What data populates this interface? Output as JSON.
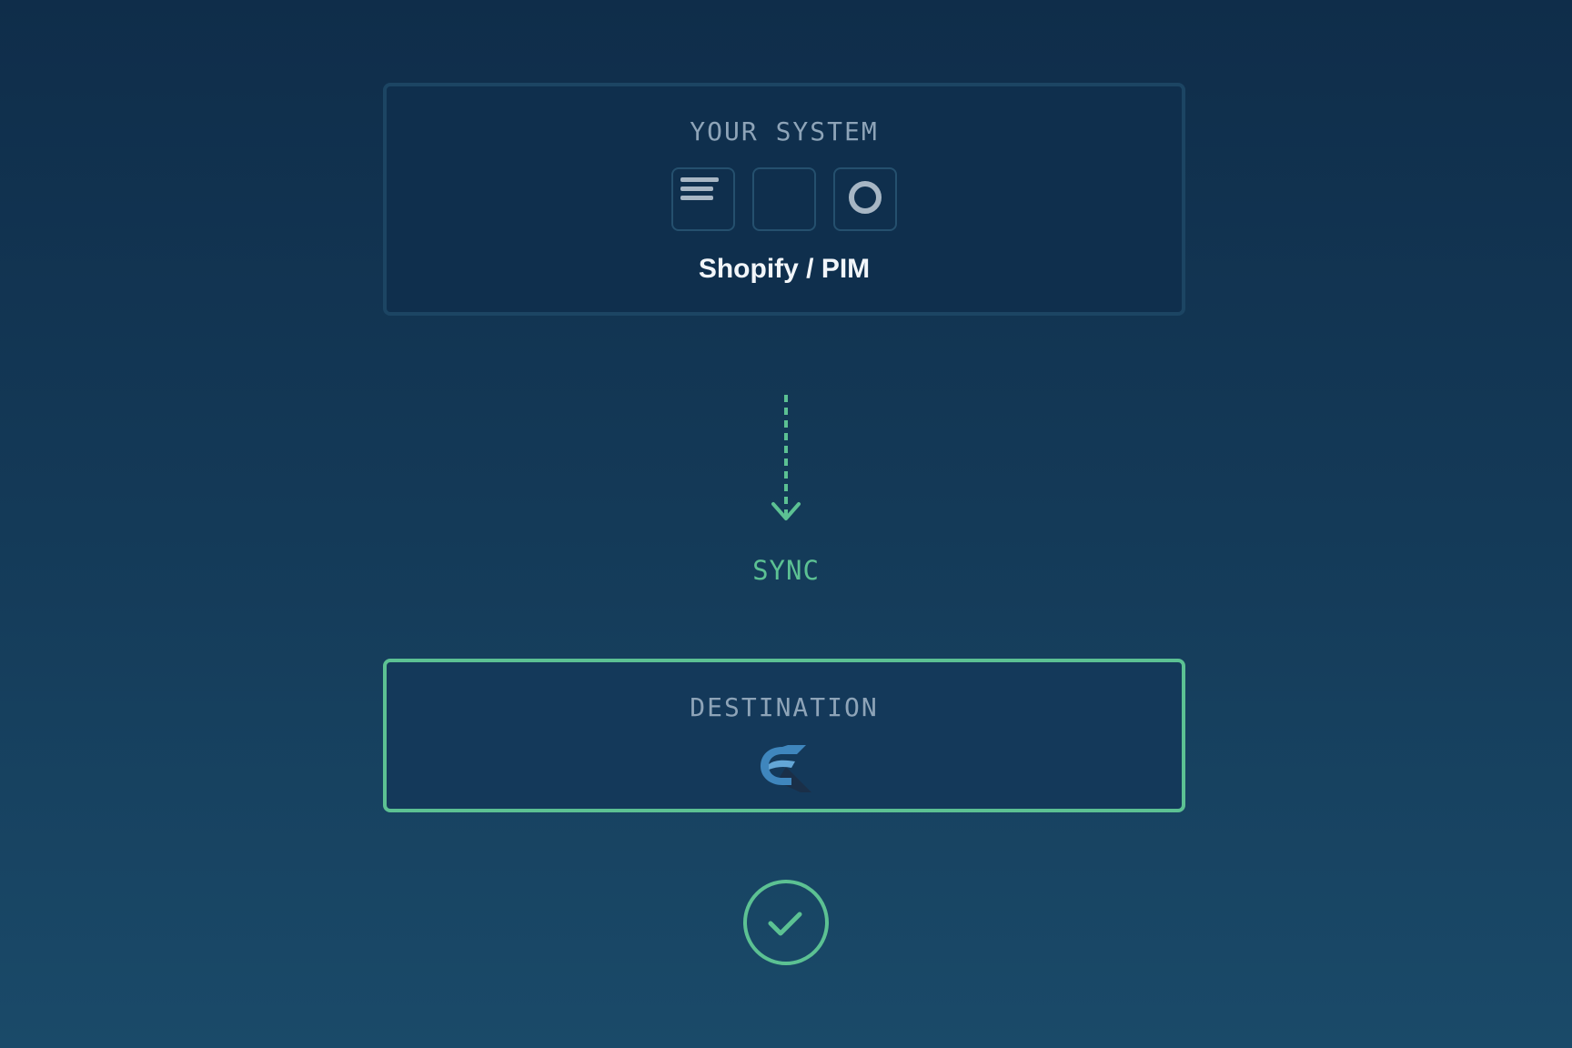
{
  "source": {
    "label": "YOUR SYSTEM",
    "name": "Shopify / PIM",
    "icons": [
      "lines-icon",
      "blank-icon",
      "circle-icon"
    ]
  },
  "flow": {
    "label": "SYNC",
    "icon": "arrow-down-icon"
  },
  "destination": {
    "label": "DESTINATION",
    "logo": "destination-logo"
  },
  "status": {
    "icon": "check-circle-icon"
  },
  "colors": {
    "accent": "#5cc193",
    "muted_text": "#8ea4b8",
    "card_border": "#1c4563",
    "background_top": "#0f2d4a",
    "background_bottom": "#1a4a69"
  }
}
